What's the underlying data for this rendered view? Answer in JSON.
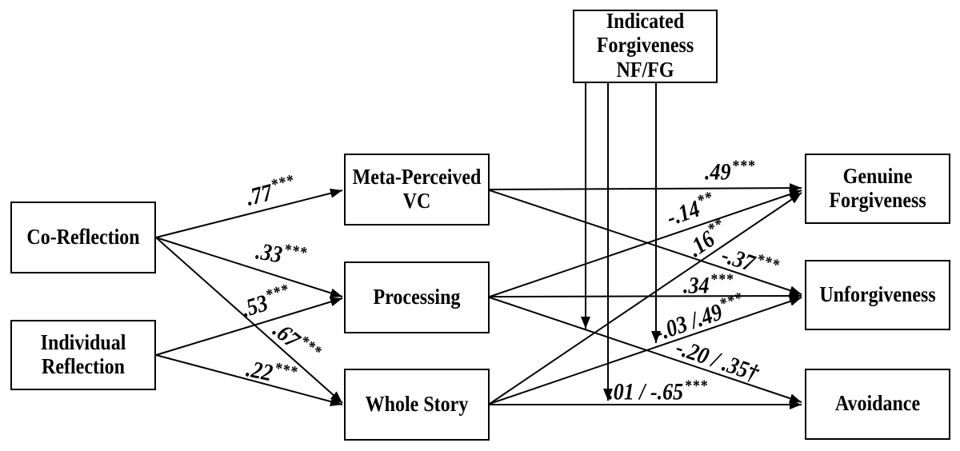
{
  "nodes": {
    "co_reflection": {
      "label": "Co-Reflection"
    },
    "individual_reflection": {
      "label": "Individual Reflection"
    },
    "meta_perceived_vc": {
      "label": "Meta-Perceived VC"
    },
    "processing": {
      "label": "Processing"
    },
    "whole_story": {
      "label": "Whole Story"
    },
    "indicated_forgiveness": {
      "label": "Indicated Forgiveness NF/FG"
    },
    "genuine_forgiveness": {
      "label": "Genuine Forgiveness"
    },
    "unforgiveness": {
      "label": "Unforgiveness"
    },
    "avoidance": {
      "label": "Avoidance"
    }
  },
  "edges": [
    {
      "from": "co_reflection",
      "to": "meta_perceived_vc",
      "value": ".77",
      "sig": "***"
    },
    {
      "from": "co_reflection",
      "to": "processing",
      "value": ".33",
      "sig": "***"
    },
    {
      "from": "co_reflection",
      "to": "whole_story",
      "value": ".67",
      "sig": "***"
    },
    {
      "from": "individual_reflection",
      "to": "processing",
      "value": ".53",
      "sig": "***"
    },
    {
      "from": "individual_reflection",
      "to": "whole_story",
      "value": ".22",
      "sig": "***"
    },
    {
      "from": "meta_perceived_vc",
      "to": "genuine_forgiveness",
      "value": ".49",
      "sig": "***"
    },
    {
      "from": "meta_perceived_vc",
      "to": "unforgiveness",
      "value": "-.37",
      "sig": "***"
    },
    {
      "from": "processing",
      "to": "genuine_forgiveness",
      "value": "-.14",
      "sig": "**"
    },
    {
      "from": "processing",
      "to": "unforgiveness",
      "value": ".34",
      "sig": "***"
    },
    {
      "from": "processing",
      "to": "avoidance",
      "value": "-.20 / .35†",
      "sig": ""
    },
    {
      "from": "whole_story",
      "to": "genuine_forgiveness",
      "value": ".16",
      "sig": "**"
    },
    {
      "from": "whole_story",
      "to": "unforgiveness",
      "value": "-.03 /.49",
      "sig": "***"
    },
    {
      "from": "whole_story",
      "to": "avoidance",
      "value": ".01 / -.65",
      "sig": "***"
    }
  ],
  "moderation_arrows": [
    {
      "source": "indicated_forgiveness",
      "moderates_path": "processing -> avoidance"
    },
    {
      "source": "indicated_forgiveness",
      "moderates_path": "whole_story -> avoidance"
    },
    {
      "source": "indicated_forgiveness",
      "moderates_path": "whole_story -> unforgiveness"
    }
  ],
  "colors": {
    "background": "#ffffff",
    "line": "#000000",
    "text": "#000000"
  }
}
